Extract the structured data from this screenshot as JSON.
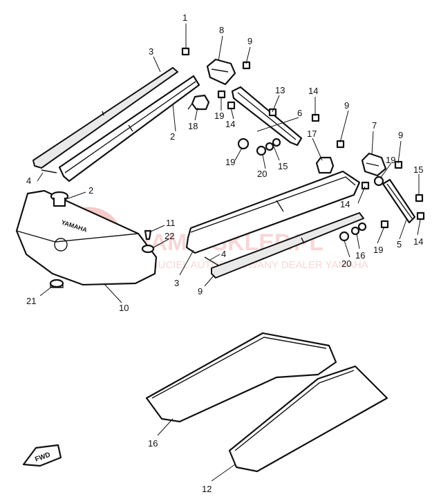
{
  "callouts": [
    {
      "id": "c1",
      "text": "1"
    },
    {
      "id": "c2a",
      "text": "2"
    },
    {
      "id": "c2b",
      "text": "2"
    },
    {
      "id": "c3a",
      "text": "3"
    },
    {
      "id": "c3b",
      "text": "3"
    },
    {
      "id": "c4a",
      "text": "4"
    },
    {
      "id": "c4b",
      "text": "4"
    },
    {
      "id": "c5",
      "text": "5"
    },
    {
      "id": "c6",
      "text": "6"
    },
    {
      "id": "c7",
      "text": "7"
    },
    {
      "id": "c8",
      "text": "8"
    },
    {
      "id": "c9a",
      "text": "9"
    },
    {
      "id": "c9b",
      "text": "9"
    },
    {
      "id": "c9c",
      "text": "9"
    },
    {
      "id": "c9d",
      "text": "9"
    },
    {
      "id": "c10",
      "text": "10"
    },
    {
      "id": "c11",
      "text": "11"
    },
    {
      "id": "c12",
      "text": "12"
    },
    {
      "id": "c13",
      "text": "13"
    },
    {
      "id": "c14a",
      "text": "14"
    },
    {
      "id": "c14b",
      "text": "14"
    },
    {
      "id": "c14c",
      "text": "14"
    },
    {
      "id": "c14d",
      "text": "14"
    },
    {
      "id": "c15a",
      "text": "15"
    },
    {
      "id": "c15b",
      "text": "15"
    },
    {
      "id": "c16a",
      "text": "16"
    },
    {
      "id": "c16b",
      "text": "16"
    },
    {
      "id": "c17",
      "text": "17"
    },
    {
      "id": "c18",
      "text": "18"
    },
    {
      "id": "c19a",
      "text": "19"
    },
    {
      "id": "c19b",
      "text": "19"
    },
    {
      "id": "c19c",
      "text": "19"
    },
    {
      "id": "c19d",
      "text": "19"
    },
    {
      "id": "c20a",
      "text": "20"
    },
    {
      "id": "c20b",
      "text": "20"
    },
    {
      "id": "c21",
      "text": "21"
    },
    {
      "id": "c22",
      "text": "22"
    }
  ],
  "fwd_badge": "FWD",
  "front_logo": "YAMAHA",
  "watermark": {
    "main": "YAMA-SKLEP.PL",
    "sub": "WAUCIEL AUTORYZOWANY DEALER YAMAHA",
    "color": "#e86a6a"
  }
}
